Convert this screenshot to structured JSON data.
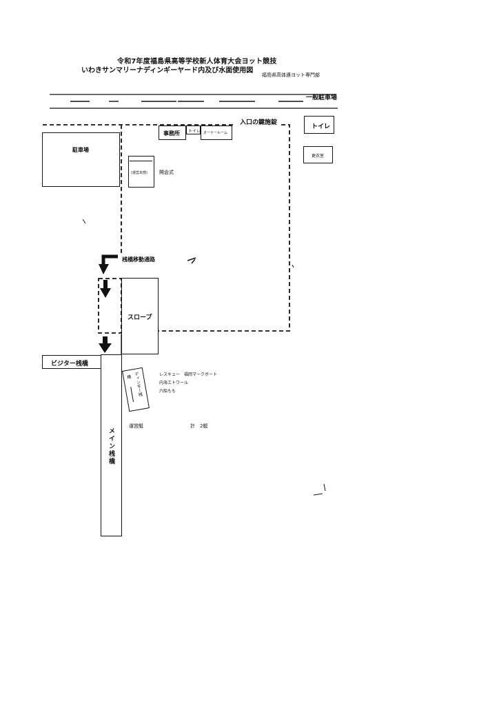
{
  "header": {
    "title_line1": "令和7年度福島県高等学校新人体育大会ヨット競技",
    "title_line2": "いわきサンマリーナディンギーヤード内及び水面使用図",
    "department": "福島県高体連ヨット専門部"
  },
  "map": {
    "general_parking": "一般駐車場",
    "entrance_lock": "入口の鍵施錠",
    "toilet_right": "トイレ",
    "changing_room": "更衣室",
    "parking": "駐車場",
    "office": "事務所",
    "toilet_small": "トイレ",
    "owner_room": "オーナールーム",
    "hq_box": "(運営本部)",
    "opening": "開会式",
    "pier_route": "桟橋移動通路",
    "slope": "スロープ",
    "visitor_pier": "ビジター桟橋",
    "main_pier": "メイン桟橋",
    "dinghy_pier": "ディンギー桟",
    "dinghy_side": "橋",
    "rescue_1": "レスキュー　福岡マークボート",
    "rescue_2": "内海エトワール",
    "rescue_3": "六船もも",
    "operation_boats": "運営艇",
    "total": "計　2艇"
  }
}
